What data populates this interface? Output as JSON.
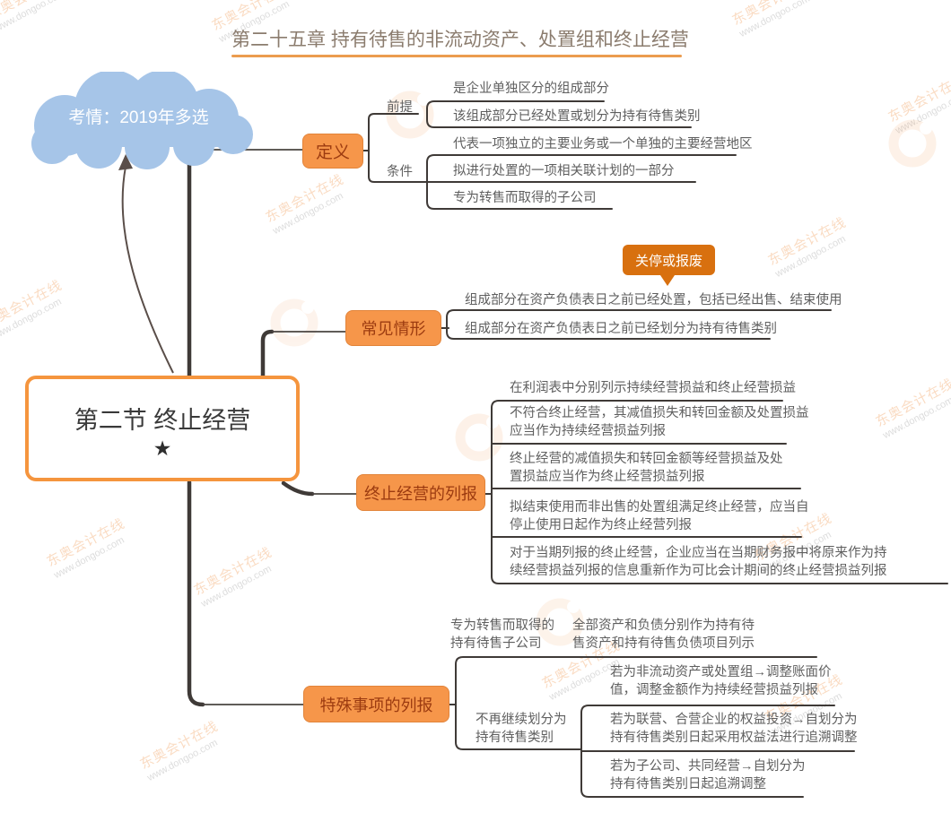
{
  "title": "第二十五章 持有待售的非流动资产、处置组和终止经营",
  "cloud_note": "考情：2019年多选",
  "central_topic": {
    "title": "第二节 终止经营",
    "star": "★"
  },
  "branches": {
    "definition": {
      "label": "定义",
      "premise": {
        "label": "前提",
        "items": [
          "是企业单独区分的组成部分",
          "该组成部分已经处置或划分为持有待售类别"
        ]
      },
      "condition": {
        "label": "条件",
        "items": [
          "代表一项独立的主要业务或一个单独的主要经营地区",
          "拟进行处置的一项相关联计划的一部分",
          "专为转售而取得的子公司"
        ]
      }
    },
    "common_cases": {
      "label": "常见情形",
      "callout": "关停或报废",
      "items": [
        "组成部分在资产负债表日之前已经处置，包括已经出售、结束使用",
        "组成部分在资产负债表日之前已经划分为持有待售类别"
      ]
    },
    "presentation": {
      "label": "终止经营的列报",
      "items": [
        "在利润表中分别列示持续经营损益和终止经营损益",
        "不符合终止经营，其减值损失和转回金额及处置损益\n应当作为持续经营损益列报",
        "终止经营的减值损失和转回金额等经营损益及处\n置损益应当作为终止经营损益列报",
        "拟结束使用而非出售的处置组满足终止经营，应当自\n停止使用日起作为终止经营列报",
        "对于当期列报的终止经营，企业应当在当期财务报中将原来作为持\n续经营损益列报的信息重新作为可比会计期间的终止经营损益列报"
      ]
    },
    "special_items": {
      "label": "特殊事项的列报",
      "group1": {
        "label": "专为转售而取得的\n持有待售子公司",
        "item": "全部资产和负债分别作为持有待\n售资产和持有待售负债项目列示"
      },
      "group2": {
        "label": "不再继续划分为\n持有待售类别",
        "items": [
          "若为非流动资产或处置组→调整账面价\n值，调整金额作为持续经营损益列报",
          "若为联营、合营企业的权益投资→自划分为\n持有待售类别日起采用权益法进行追溯调整",
          "若为子公司、共同经营→自划分为\n持有待售类别日起追溯调整"
        ]
      }
    }
  },
  "watermark": {
    "brand": "东奥会计在线",
    "site": "www.dongoo.com"
  },
  "colors": {
    "accent_orange": "#f6964a",
    "callout_orange": "#d8700f",
    "cloud_blue": "#a6c5e8",
    "line_dark": "#3f3a37",
    "leaf_text": "#5f5f5f",
    "node_text": "#9c3b10",
    "title_underline": "#eb9c4f"
  }
}
